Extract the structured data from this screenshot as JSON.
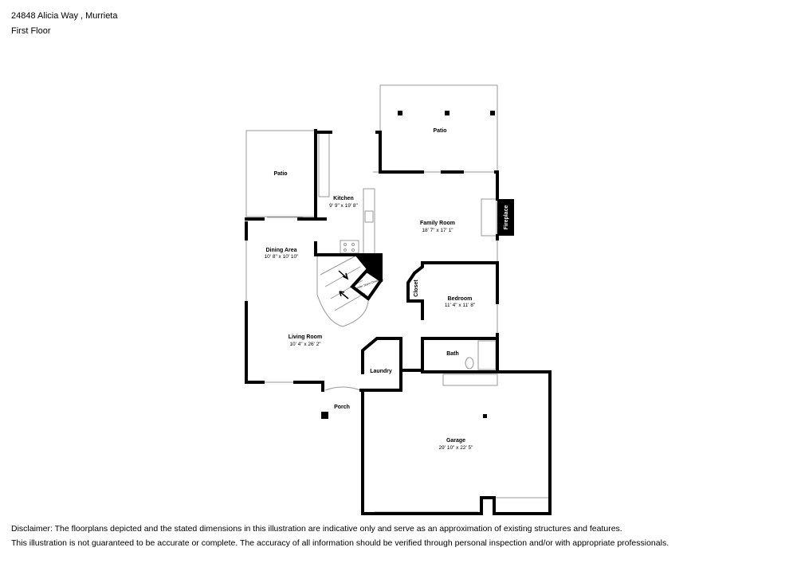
{
  "header": {
    "address": "24848 Alicia Way , Murrieta",
    "floor": "First Floor"
  },
  "rooms": {
    "patio_top": {
      "name": "Patio"
    },
    "patio_left": {
      "name": "Patio"
    },
    "kitchen": {
      "name": "Kitchen",
      "dims": "9' 9\" x 19' 8\""
    },
    "family": {
      "name": "Family Room",
      "dims": "18' 7\" x 17' 1\""
    },
    "fireplace": {
      "name": "Fireplace"
    },
    "dining": {
      "name": "Dining Area",
      "dims": "10' 8\" x 10' 10\""
    },
    "closet_stairs": {
      "name": "Under Stairs Closet"
    },
    "closet": {
      "name": "Closet"
    },
    "bedroom": {
      "name": "Bedroom",
      "dims": "11' 4\" x 11' 8\""
    },
    "living": {
      "name": "Living Room",
      "dims": "10' 4\" x 26' 2\""
    },
    "bath": {
      "name": "Bath"
    },
    "laundry": {
      "name": "Laundry"
    },
    "porch": {
      "name": "Porch"
    },
    "garage": {
      "name": "Garage",
      "dims": "29' 10\" x 22' 5\""
    }
  },
  "disclaimer": {
    "line1": "Disclaimer: The floorplans depicted and the stated dimensions in this illustration are indicative only and serve as an approximation of existing structures and features.",
    "line2": "This illustration is not guaranteed to be accurate or complete. The accuracy of all information should be verified through personal inspection and/or with appropriate professionals."
  }
}
